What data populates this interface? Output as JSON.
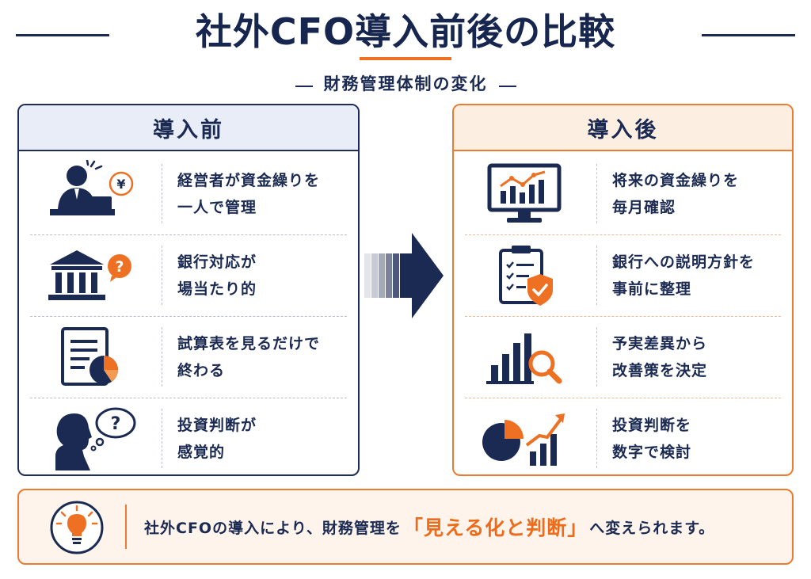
{
  "header": {
    "title": "社外CFO導入前後の比較",
    "subtitle": "財務管理体制の変化"
  },
  "before": {
    "heading": "導入前",
    "items": [
      {
        "icon": "stressed-manager-yen-icon",
        "line1": "経営者が資金繰りを",
        "line2": "一人で管理"
      },
      {
        "icon": "bank-question-icon",
        "line1": "銀行対応が",
        "line2": "場当たり的"
      },
      {
        "icon": "trial-balance-document-icon",
        "line1": "試算表を見るだけで",
        "line2": "終わる"
      },
      {
        "icon": "person-thinking-question-icon",
        "line1": "投資判断が",
        "line2": "感覚的"
      }
    ]
  },
  "after": {
    "heading": "導入後",
    "items": [
      {
        "icon": "monitor-chart-icon",
        "line1": "将来の資金繰りを",
        "line2": "毎月確認"
      },
      {
        "icon": "clipboard-shield-icon",
        "line1": "銀行への説明方針を",
        "line2": "事前に整理"
      },
      {
        "icon": "bar-chart-magnifier-icon",
        "line1": "予実差異から",
        "line2": "改善策を決定"
      },
      {
        "icon": "pie-growth-chart-icon",
        "line1": "投資判断を",
        "line2": "数字で検討"
      }
    ]
  },
  "summary": {
    "icon": "lightbulb-icon",
    "prefix": "社外CFOの導入により、財務管理を",
    "highlight": "「見える化と判断」",
    "suffix": "へ変えられます。"
  },
  "colors": {
    "navy": "#1b2a52",
    "orange": "#ee7022",
    "before_head_bg": "#e8edf7",
    "after_head_bg": "#fdeee2"
  }
}
